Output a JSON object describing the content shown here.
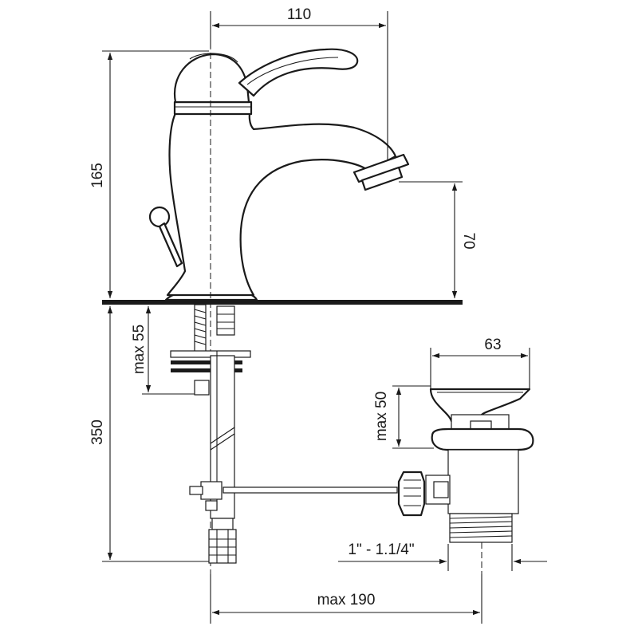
{
  "dimensions": {
    "width_top": "110",
    "height_total": "165",
    "spout_height": "70",
    "max_thickness": "max 55",
    "below_length": "350",
    "drain_width": "63",
    "drain_max": "max 50",
    "thread": "1\" - 1.1/4\"",
    "max_reach": "max 190"
  },
  "colors": {
    "line": "#1a1a1a",
    "background": "#ffffff"
  }
}
